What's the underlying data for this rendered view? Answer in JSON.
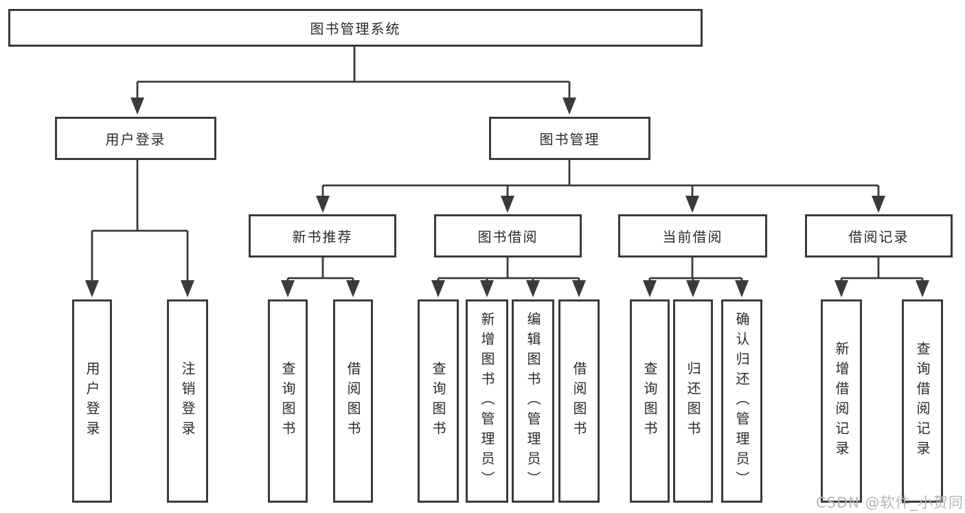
{
  "diagram": {
    "root": {
      "label": "图书管理系统"
    },
    "level2": {
      "user_login": {
        "label": "用户登录"
      },
      "book_mgmt": {
        "label": "图书管理"
      }
    },
    "level3": {
      "new_books": {
        "label": "新书推荐"
      },
      "book_borrow": {
        "label": "图书借阅"
      },
      "current_borrow": {
        "label": "当前借阅"
      },
      "borrow_records": {
        "label": "借阅记录"
      }
    },
    "leaves": {
      "user_login": {
        "label": "用户登录"
      },
      "logout": {
        "label": "注销登录"
      },
      "nb_query_books": {
        "label": "查询图书"
      },
      "nb_borrow_books": {
        "label": "借阅图书"
      },
      "bb_query_books": {
        "label": "查询图书"
      },
      "bb_add_books": {
        "label": "新增图书（管理员）"
      },
      "bb_edit_books": {
        "label": "编辑图书（管理员）"
      },
      "bb_borrow_books": {
        "label": "借阅图书"
      },
      "cb_query_books": {
        "label": "查询图书"
      },
      "cb_return_books": {
        "label": "归还图书"
      },
      "cb_confirm_return": {
        "label": "确认归还（管理员）"
      },
      "br_add_record": {
        "label": "新增借阅记录"
      },
      "br_query_record": {
        "label": "查询借阅记录"
      }
    }
  },
  "watermark": {
    "text": "CSDN @软件_小贺同学"
  },
  "colors": {
    "line": "#3a3a3a",
    "box_border": "#3a3a3a",
    "text": "#2a2a2a",
    "watermark": "#b5b5b5",
    "background": "#ffffff"
  }
}
